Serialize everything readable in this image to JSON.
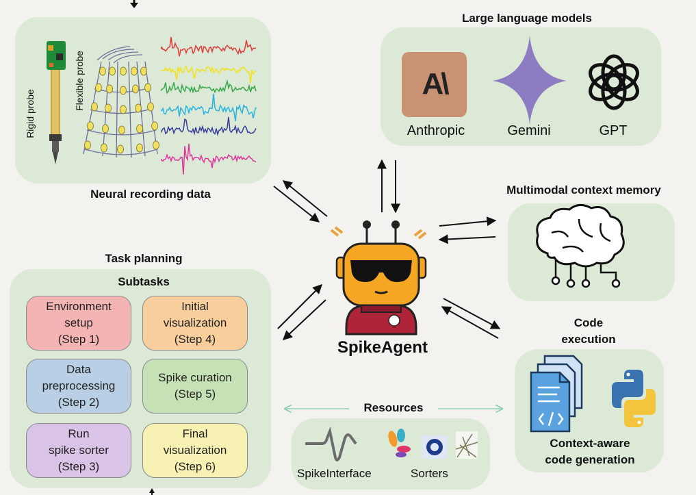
{
  "neural": {
    "title": "Neural recording data",
    "rigid_label": "Rigid probe",
    "flexible_label": "Flexible probe"
  },
  "llm": {
    "title": "Large language models",
    "models": [
      "Anthropic",
      "Gemini",
      "GPT"
    ],
    "anthropic_logo_text": "A\\"
  },
  "memory": {
    "title": "Multimodal context memory"
  },
  "agent": {
    "name": "SpikeAgent",
    "colors": {
      "head": "#f5a623",
      "body": "#b0243a",
      "shades": "#111111"
    }
  },
  "code": {
    "title": "Code\nexecution",
    "caption": "Context-aware\ncode generation"
  },
  "planning": {
    "title": "Task planning",
    "subtitle": "Subtasks",
    "steps": [
      {
        "text": "Environment\nsetup\n(Step 1)",
        "color": "#f4b4b4"
      },
      {
        "text": "Data\npreprocessing\n(Step 2)",
        "color": "#b8cfe6"
      },
      {
        "text": "Run\nspike sorter\n(Step 3)",
        "color": "#d9c3e6"
      },
      {
        "text": "Initial\nvisualization\n(Step 4)",
        "color": "#f8cf9c"
      },
      {
        "text": "Spike curation\n(Step 5)",
        "color": "#c6e1b6"
      },
      {
        "text": "Final\nvisualization\n(Step 6)",
        "color": "#f8f1b4"
      }
    ]
  },
  "resources": {
    "title": "Resources",
    "items": [
      "SpikeInterface",
      "Sorters"
    ]
  }
}
